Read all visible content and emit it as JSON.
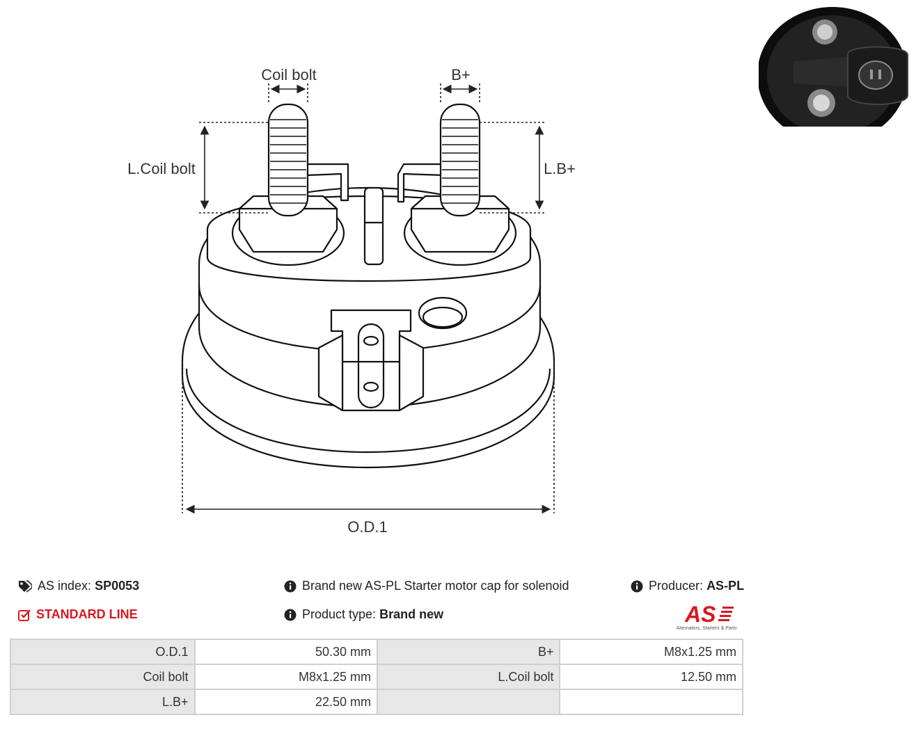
{
  "diagram": {
    "labels": {
      "coil_bolt": "Coil bolt",
      "b_plus": "B+",
      "l_coil_bolt": "L.Coil bolt",
      "l_b_plus": "L.B+",
      "od1": "O.D.1"
    }
  },
  "info": {
    "as_index_label": "AS index:",
    "as_index_value": "SP0053",
    "line": "STANDARD LINE",
    "description": "Brand new AS-PL Starter motor cap for solenoid",
    "product_type_label": "Product type:",
    "product_type_value": "Brand new",
    "producer_label": "Producer:",
    "producer_value": "AS-PL"
  },
  "logo": {
    "brand": "AS",
    "tagline": "Alternators, Starters & Parts",
    "color": "#d71920"
  },
  "specs": {
    "rows": [
      [
        "O.D.1",
        "50.30 mm",
        "B+",
        "M8x1.25 mm"
      ],
      [
        "Coil bolt",
        "M8x1.25 mm",
        "L.Coil bolt",
        "12.50 mm"
      ],
      [
        "L.B+",
        "22.50 mm",
        "",
        ""
      ]
    ]
  },
  "icons": {
    "tag": "tag-icon",
    "check": "check-square-icon",
    "info": "info-icon"
  }
}
